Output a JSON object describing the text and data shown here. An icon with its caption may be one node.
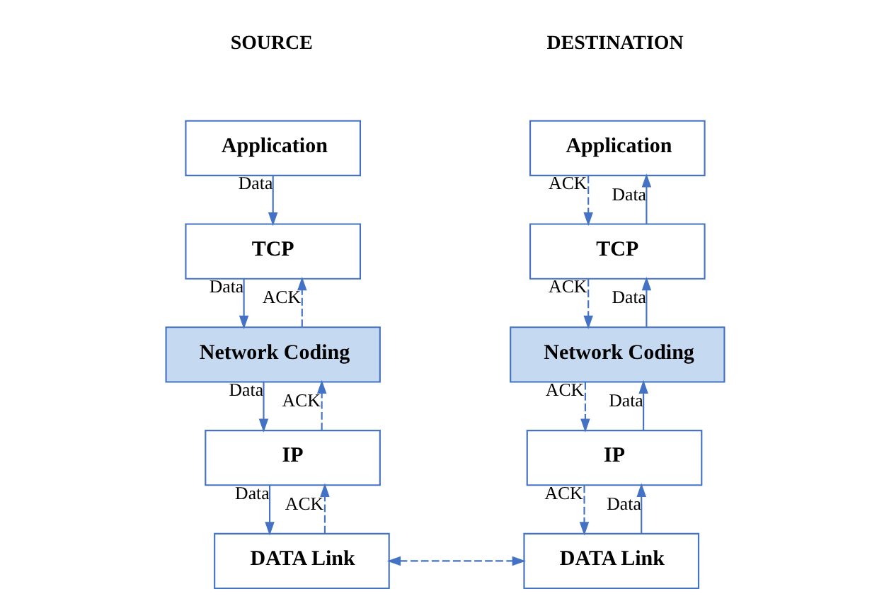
{
  "diagram": {
    "nodes": [
      {
        "text": [
          "Application"
        ]
      },
      {
        "text": [
          "TCP"
        ]
      },
      {
        "text": [
          "Network Coding"
        ]
      },
      {
        "text": [
          "IP"
        ]
      },
      {
        "text": [
          "DATA Link"
        ]
      },
      {
        "text": [
          "Application"
        ]
      },
      {
        "text": [
          "TCP"
        ]
      },
      {
        "text": [
          "Network Coding"
        ]
      },
      {
        "text": [
          "IP"
        ]
      },
      {
        "text": [
          "DATA Link"
        ]
      }
    ],
    "edges": [
      {
        "from": 0,
        "to": 1,
        "arrow": "to",
        "label": "Data"
      },
      {
        "from": 2,
        "to": 1,
        "arrow": "to",
        "label": "ACK",
        "style": "dashed"
      },
      {
        "from": 1,
        "to": 2,
        "arrow": "to",
        "label": "Data"
      },
      {
        "from": 3,
        "to": 2,
        "arrow": "to",
        "label": "ACK",
        "style": "dashed"
      },
      {
        "from": 2,
        "to": 3,
        "arrow": "to",
        "label": "Data"
      },
      {
        "from": 4,
        "to": 3,
        "arrow": "to",
        "label": "ACK",
        "style": "dashed"
      },
      {
        "from": 3,
        "to": 4,
        "arrow": "to",
        "label": "Data"
      },
      {
        "from": 4,
        "to": 9,
        "arrow": "both",
        "style": "dashed"
      },
      {
        "from": 6,
        "to": 5,
        "arrow": "to",
        "label": "Data"
      },
      {
        "from": 5,
        "to": 6,
        "arrow": "to",
        "label": "ACK",
        "style": "dashed"
      },
      {
        "from": 7,
        "to": 6,
        "arrow": "to",
        "label": "Data"
      },
      {
        "from": 6,
        "to": 7,
        "arrow": "to",
        "label": "ACK",
        "style": "dashed"
      },
      {
        "from": 8,
        "to": 7,
        "arrow": "to",
        "label": "Data"
      },
      {
        "from": 7,
        "to": 8,
        "arrow": "to",
        "label": "ACK",
        "style": "dashed"
      },
      {
        "from": 9,
        "to": 8,
        "arrow": "to",
        "label": "Data"
      },
      {
        "from": 8,
        "to": 9,
        "arrow": "to",
        "label": "ACK",
        "style": "dashed"
      }
    ],
    "labels": [
      "SOURCE",
      "DESTINATION"
    ]
  }
}
